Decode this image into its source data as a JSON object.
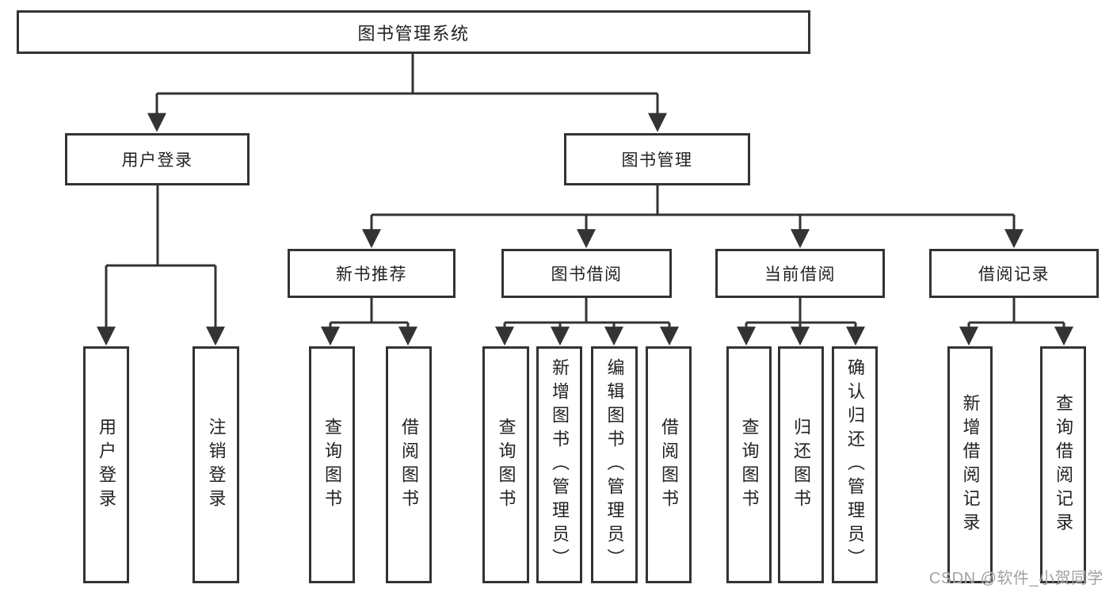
{
  "diagram": {
    "type": "hierarchy-tree",
    "watermark": "CSDN @软件_小贺同学",
    "colors": {
      "line": "#333333",
      "box_border": "#333333",
      "text": "#222222",
      "background": "#ffffff",
      "watermark": "#9d9d9d"
    },
    "nodes": {
      "root": {
        "label": "图书管理系统",
        "children": [
          "user_login",
          "book_mgmt"
        ]
      },
      "user_login": {
        "label": "用户登录",
        "children": [
          "leaf_user_login",
          "leaf_logout"
        ]
      },
      "book_mgmt": {
        "label": "图书管理",
        "children": [
          "new_book_rec",
          "book_borrow",
          "current_borrow",
          "borrow_records"
        ]
      },
      "new_book_rec": {
        "label": "新书推荐",
        "children": [
          "leaf_nb_query",
          "leaf_nb_borrow"
        ]
      },
      "book_borrow": {
        "label": "图书借阅",
        "children": [
          "leaf_bb_query",
          "leaf_bb_add",
          "leaf_bb_edit",
          "leaf_bb_borrow"
        ]
      },
      "current_borrow": {
        "label": "当前借阅",
        "children": [
          "leaf_cb_query",
          "leaf_cb_return",
          "leaf_cb_confirm"
        ]
      },
      "borrow_records": {
        "label": "借阅记录",
        "children": [
          "leaf_br_add",
          "leaf_br_query"
        ]
      },
      "leaf_user_login": {
        "label": "用户登录"
      },
      "leaf_logout": {
        "label": "注销登录"
      },
      "leaf_nb_query": {
        "label": "查询图书"
      },
      "leaf_nb_borrow": {
        "label": "借阅图书"
      },
      "leaf_bb_query": {
        "label": "查询图书"
      },
      "leaf_bb_add": {
        "label": "新增图书（管理员）"
      },
      "leaf_bb_edit": {
        "label": "编辑图书（管理员）"
      },
      "leaf_bb_borrow": {
        "label": "借阅图书"
      },
      "leaf_cb_query": {
        "label": "查询图书"
      },
      "leaf_cb_return": {
        "label": "归还图书"
      },
      "leaf_cb_confirm": {
        "label": "确认归还（管理员）"
      },
      "leaf_br_add": {
        "label": "新增借阅记录"
      },
      "leaf_br_query": {
        "label": "查询借阅记录"
      }
    }
  }
}
